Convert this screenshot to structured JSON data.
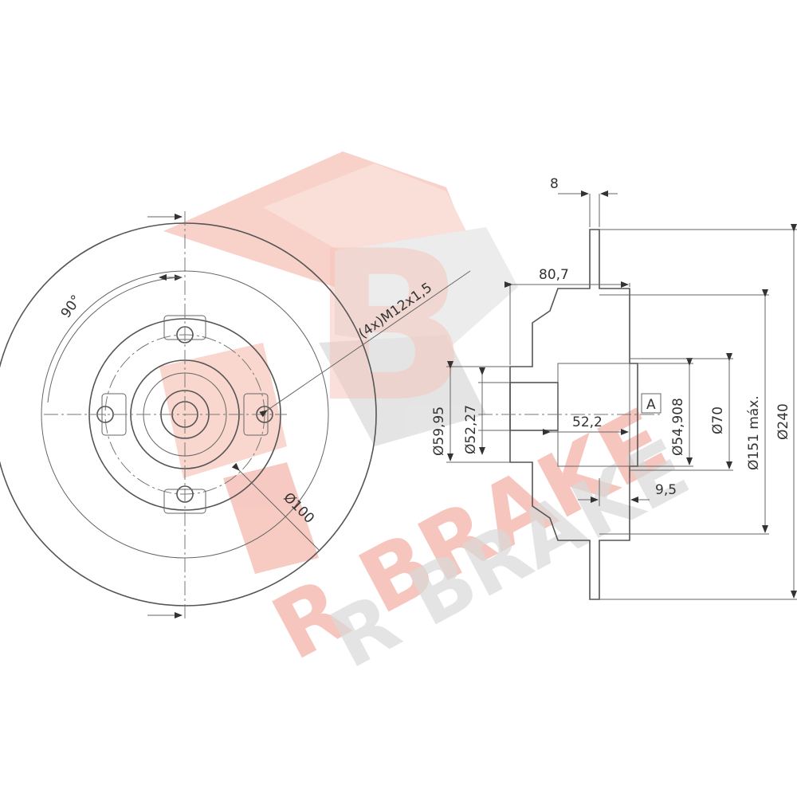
{
  "watermark": {
    "brand": "R BRAKE",
    "logo_letter": "B",
    "colors": {
      "brand_pink": "#f4b8ae",
      "brand_grey": "#d6d6d6"
    }
  },
  "front_view": {
    "angle_label": "90°",
    "bolt_label": "(4x)M12x1,5",
    "pcd_label": "Ø100"
  },
  "side_view": {
    "thickness_label": "8",
    "height_label": "80,7",
    "d1_label": "Ø59,95",
    "d2_label": "Ø52,27",
    "offset_label": "52,2",
    "datum_label": "A",
    "d3_label": "Ø54,908",
    "d4_label": "Ø70",
    "d5_label": "Ø151 máx.",
    "d6_label": "Ø240",
    "width_label": "9,5"
  }
}
